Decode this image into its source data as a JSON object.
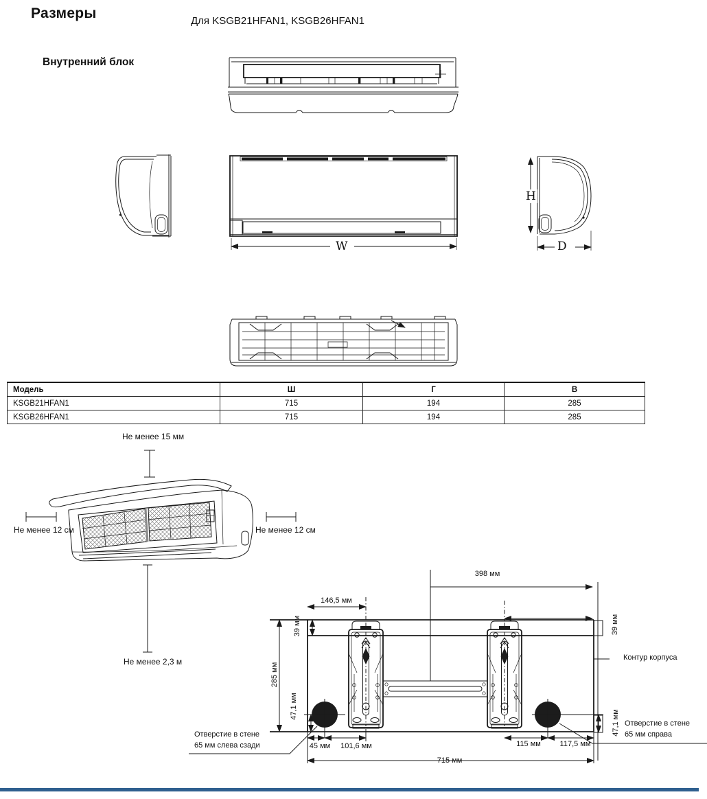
{
  "titles": {
    "page": "Размеры",
    "models_line": "Для KSGB21HFAN1, KSGB26HFAN1",
    "section": "Внутренний блок"
  },
  "dim_letters": {
    "width": "W",
    "height": "H",
    "depth": "D"
  },
  "table": {
    "headers": [
      "Модель",
      "Ш",
      "Г",
      "В"
    ],
    "rows": [
      {
        "model": "KSGB21HFAN1",
        "w": "715",
        "g": "194",
        "v": "285"
      },
      {
        "model": "KSGB26HFAN1",
        "w": "715",
        "g": "194",
        "v": "285"
      }
    ]
  },
  "clearance": {
    "top": "Не менее 15 мм",
    "left": "Не менее 12 см",
    "right": "Не менее 12 см",
    "bottom": "Не менее 2,3 м"
  },
  "mounting": {
    "dim_398": "398 мм",
    "dim_146_5": "146,5 мм",
    "dim_39_left": "39 мм",
    "dim_39_right": "39 мм",
    "dim_285": "285 мм",
    "dim_47_left": "47,1 мм",
    "dim_47_right": "47,1 мм",
    "dim_45": "45 мм",
    "dim_101_6": "101,6 мм",
    "dim_115": "115 мм",
    "dim_117_5": "117,5 мм",
    "dim_715": "715 мм",
    "body_outline": "Контур корпуса",
    "hole_left_line1": "Отверстие в стене",
    "hole_left_line2": "65 мм слева сзади",
    "hole_right_line1": "Отверстие в стене",
    "hole_right_line2": "65 мм справа"
  }
}
